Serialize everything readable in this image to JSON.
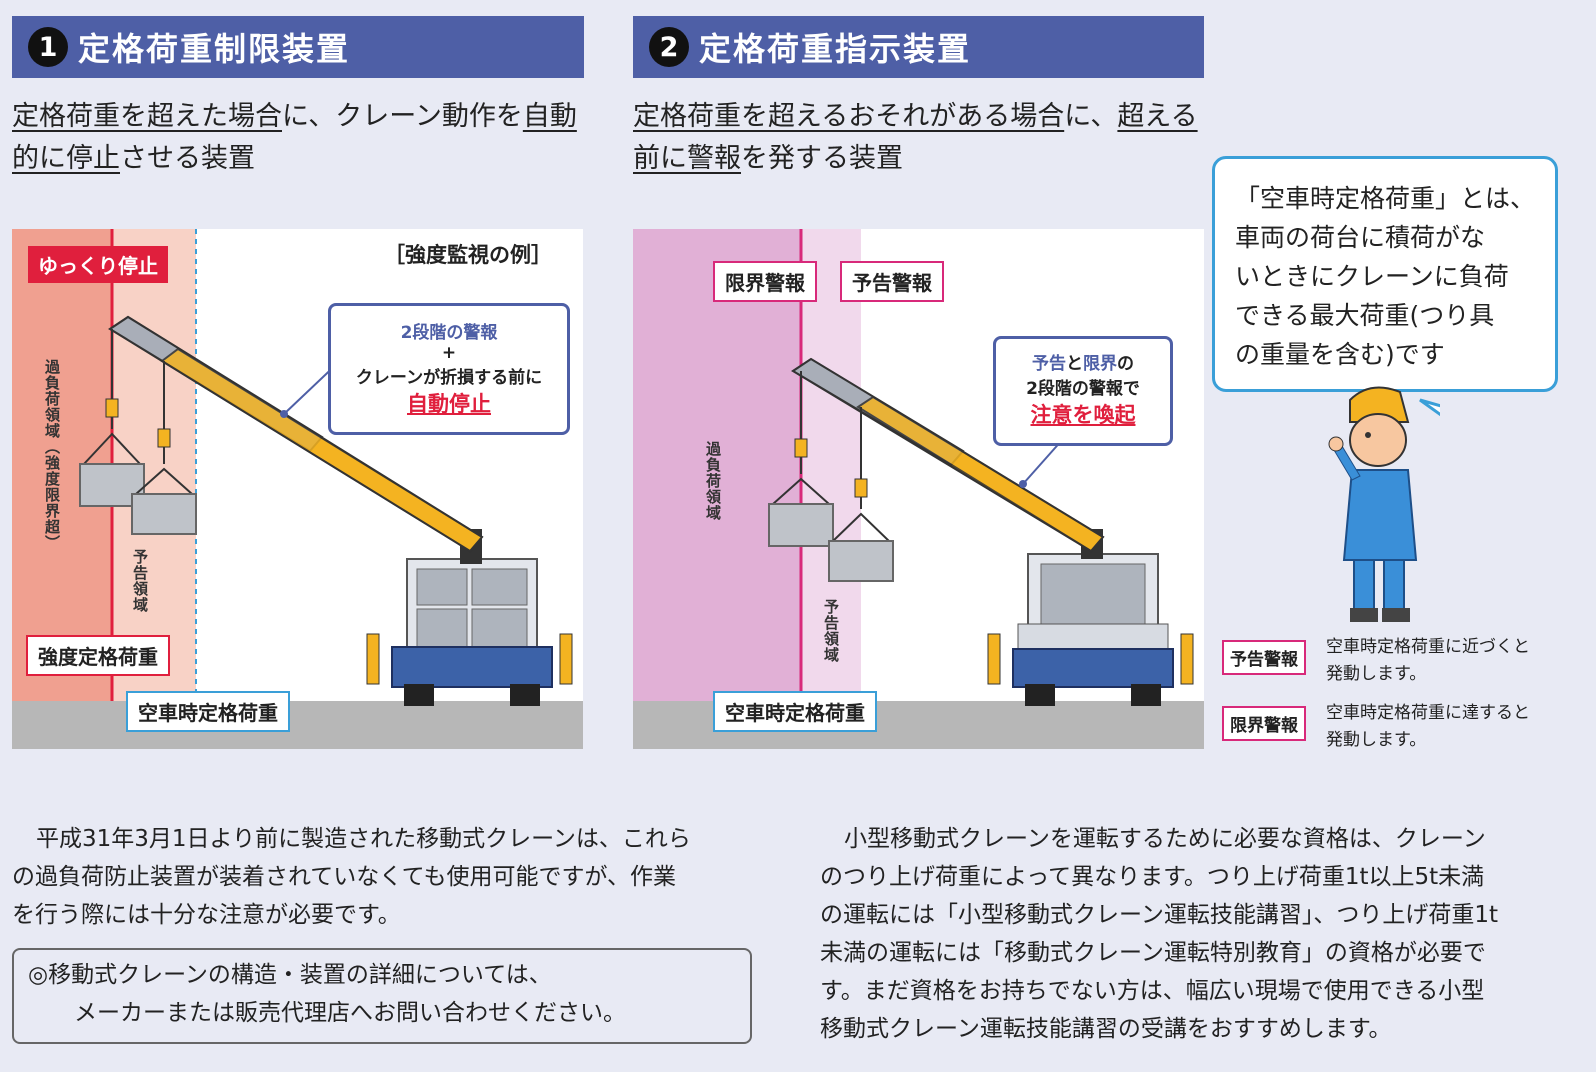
{
  "section1": {
    "num": "1",
    "title": "定格荷重制限装置",
    "desc_u1": "定格荷重を超えた場合",
    "desc_t1": "に、クレーン動作を",
    "desc_u2a": "自動",
    "desc_u2b": "的に停止",
    "desc_t2": "させる装置",
    "panel": {
      "label_slowstop": "ゆっくり停止",
      "example": "［強度監視の例］",
      "vertical_overload": "過負荷領域（強度限界超）",
      "vertical_warning": "予告領域",
      "label_strength": "強度定格荷重",
      "label_empty": "空車時定格荷重",
      "callout_line1": "2段階の警報",
      "callout_plus": "+",
      "callout_line2": "クレーンが折損する前に",
      "callout_line3": "自動停止"
    }
  },
  "section2": {
    "num": "2",
    "title": "定格荷重指示装置",
    "desc_u1": "定格荷重を超えるおそれがある場合",
    "desc_t1": "に、",
    "desc_u2a": "超える",
    "desc_u2b": "前に警報",
    "desc_t2": "を発する装置",
    "panel": {
      "label_limit": "限界警報",
      "label_notice": "予告警報",
      "vertical_overload": "過負荷領域",
      "vertical_warning": "予告領域",
      "label_empty": "空車時定格荷重",
      "callout_a": "予告",
      "callout_and": "と",
      "callout_b": "限界",
      "callout_no": "の",
      "callout_line2": "2段階の警報で",
      "callout_line3": "注意を喚起"
    }
  },
  "bubble": {
    "line1": "「空車時定格荷重」とは、",
    "line2": "車両の荷台に積荷がな",
    "line3": "いときにクレーンに負荷",
    "line4": "できる最大荷重(つり具",
    "line5": "の重量を含む)です"
  },
  "legend": {
    "notice_tag": "予告警報",
    "notice_text1": "空車時定格荷重に近づくと",
    "notice_text2": "発動します。",
    "limit_tag": "限界警報",
    "limit_text1": "空車時定格荷重に達すると",
    "limit_text2": "発動します。"
  },
  "paragraph_left": {
    "line1": "平成31年3月1日より前に製造された移動式クレーンは、これら",
    "line2": "の過負荷防止装置が装着されていなくても使用可能ですが、作業",
    "line3": "を行う際には十分な注意が必要です。"
  },
  "note": {
    "line1": "◎移動式クレーンの構造・装置の詳細については、",
    "line2": "メーカーまたは販売代理店へお問い合わせください。"
  },
  "paragraph_right": {
    "line1": "小型移動式クレーンを運転するために必要な資格は、クレーン",
    "line2": "のつり上げ荷重によって異なります。つり上げ荷重1t以上5t未満",
    "line3": "の運転には「小型移動式クレーン運転技能講習」、つり上げ荷重1t",
    "line4": "未満の運転には「移動式クレーン運転特別教育」の資格が必要で",
    "line5": "す。まだ資格をお持ちでない方は、幅広い現場で使用できる小型",
    "line6": "移動式クレーン運転技能講習の受講をおすすめします。"
  },
  "colors": {
    "header": "#4e5fa6",
    "overload_red": "#f0a090",
    "warning_pink": "#f8d2c6",
    "overload_purple": "#e1b0d6",
    "warning_lavender": "#f1d9ec",
    "alert_red": "#e01f3d",
    "magenta": "#d8297a",
    "crane_yellow": "#f4b321",
    "truck_blue": "#3c62a8"
  }
}
